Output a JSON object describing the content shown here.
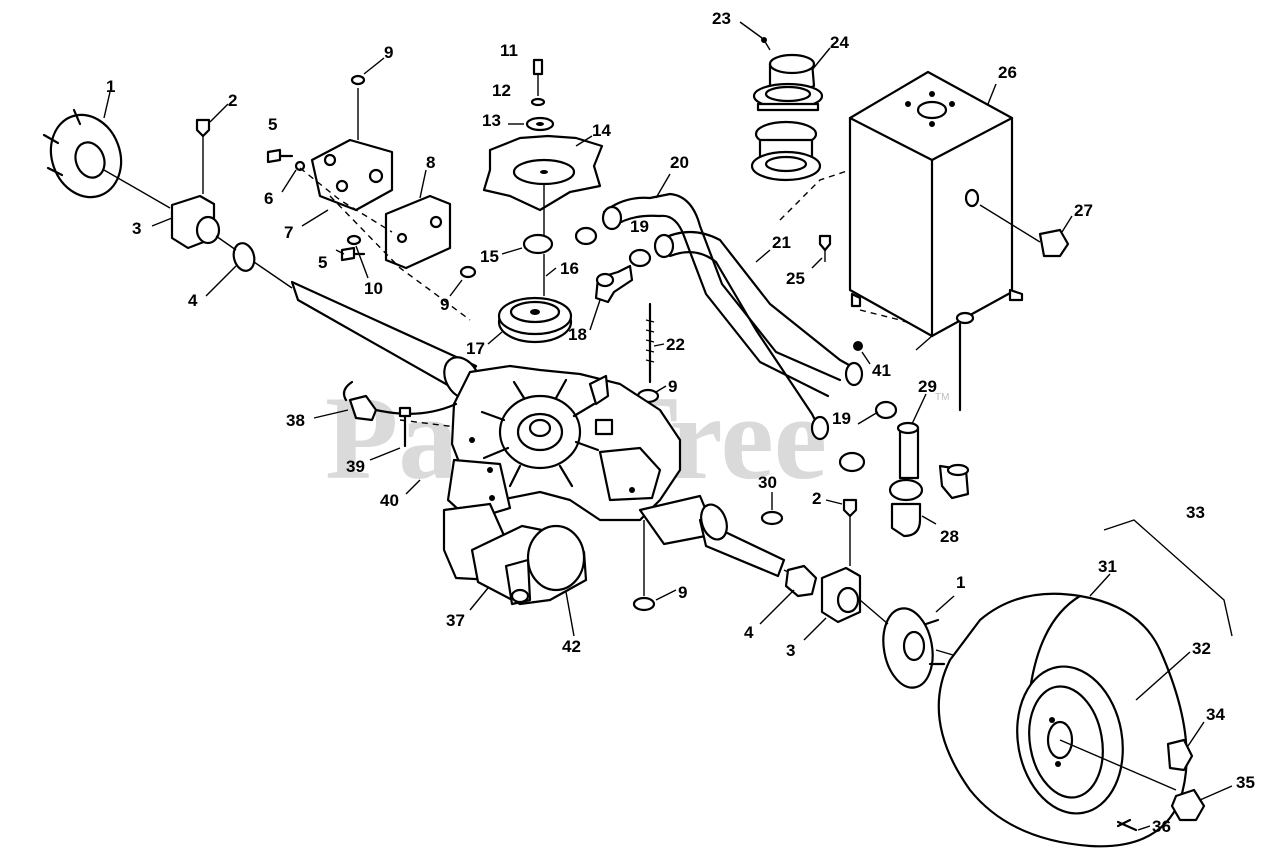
{
  "watermark": "PartsTree",
  "watermark_mark": "TM",
  "callouts": [
    "1",
    "2",
    "3",
    "4",
    "5",
    "6",
    "7",
    "8",
    "9",
    "10",
    "11",
    "12",
    "13",
    "14",
    "15",
    "16",
    "17",
    "18",
    "19",
    "20",
    "21",
    "22",
    "23",
    "24",
    "25",
    "26",
    "27",
    "28",
    "29",
    "30",
    "31",
    "32",
    "33",
    "34",
    "35",
    "36",
    "37",
    "38",
    "39",
    "40",
    "41",
    "42"
  ]
}
